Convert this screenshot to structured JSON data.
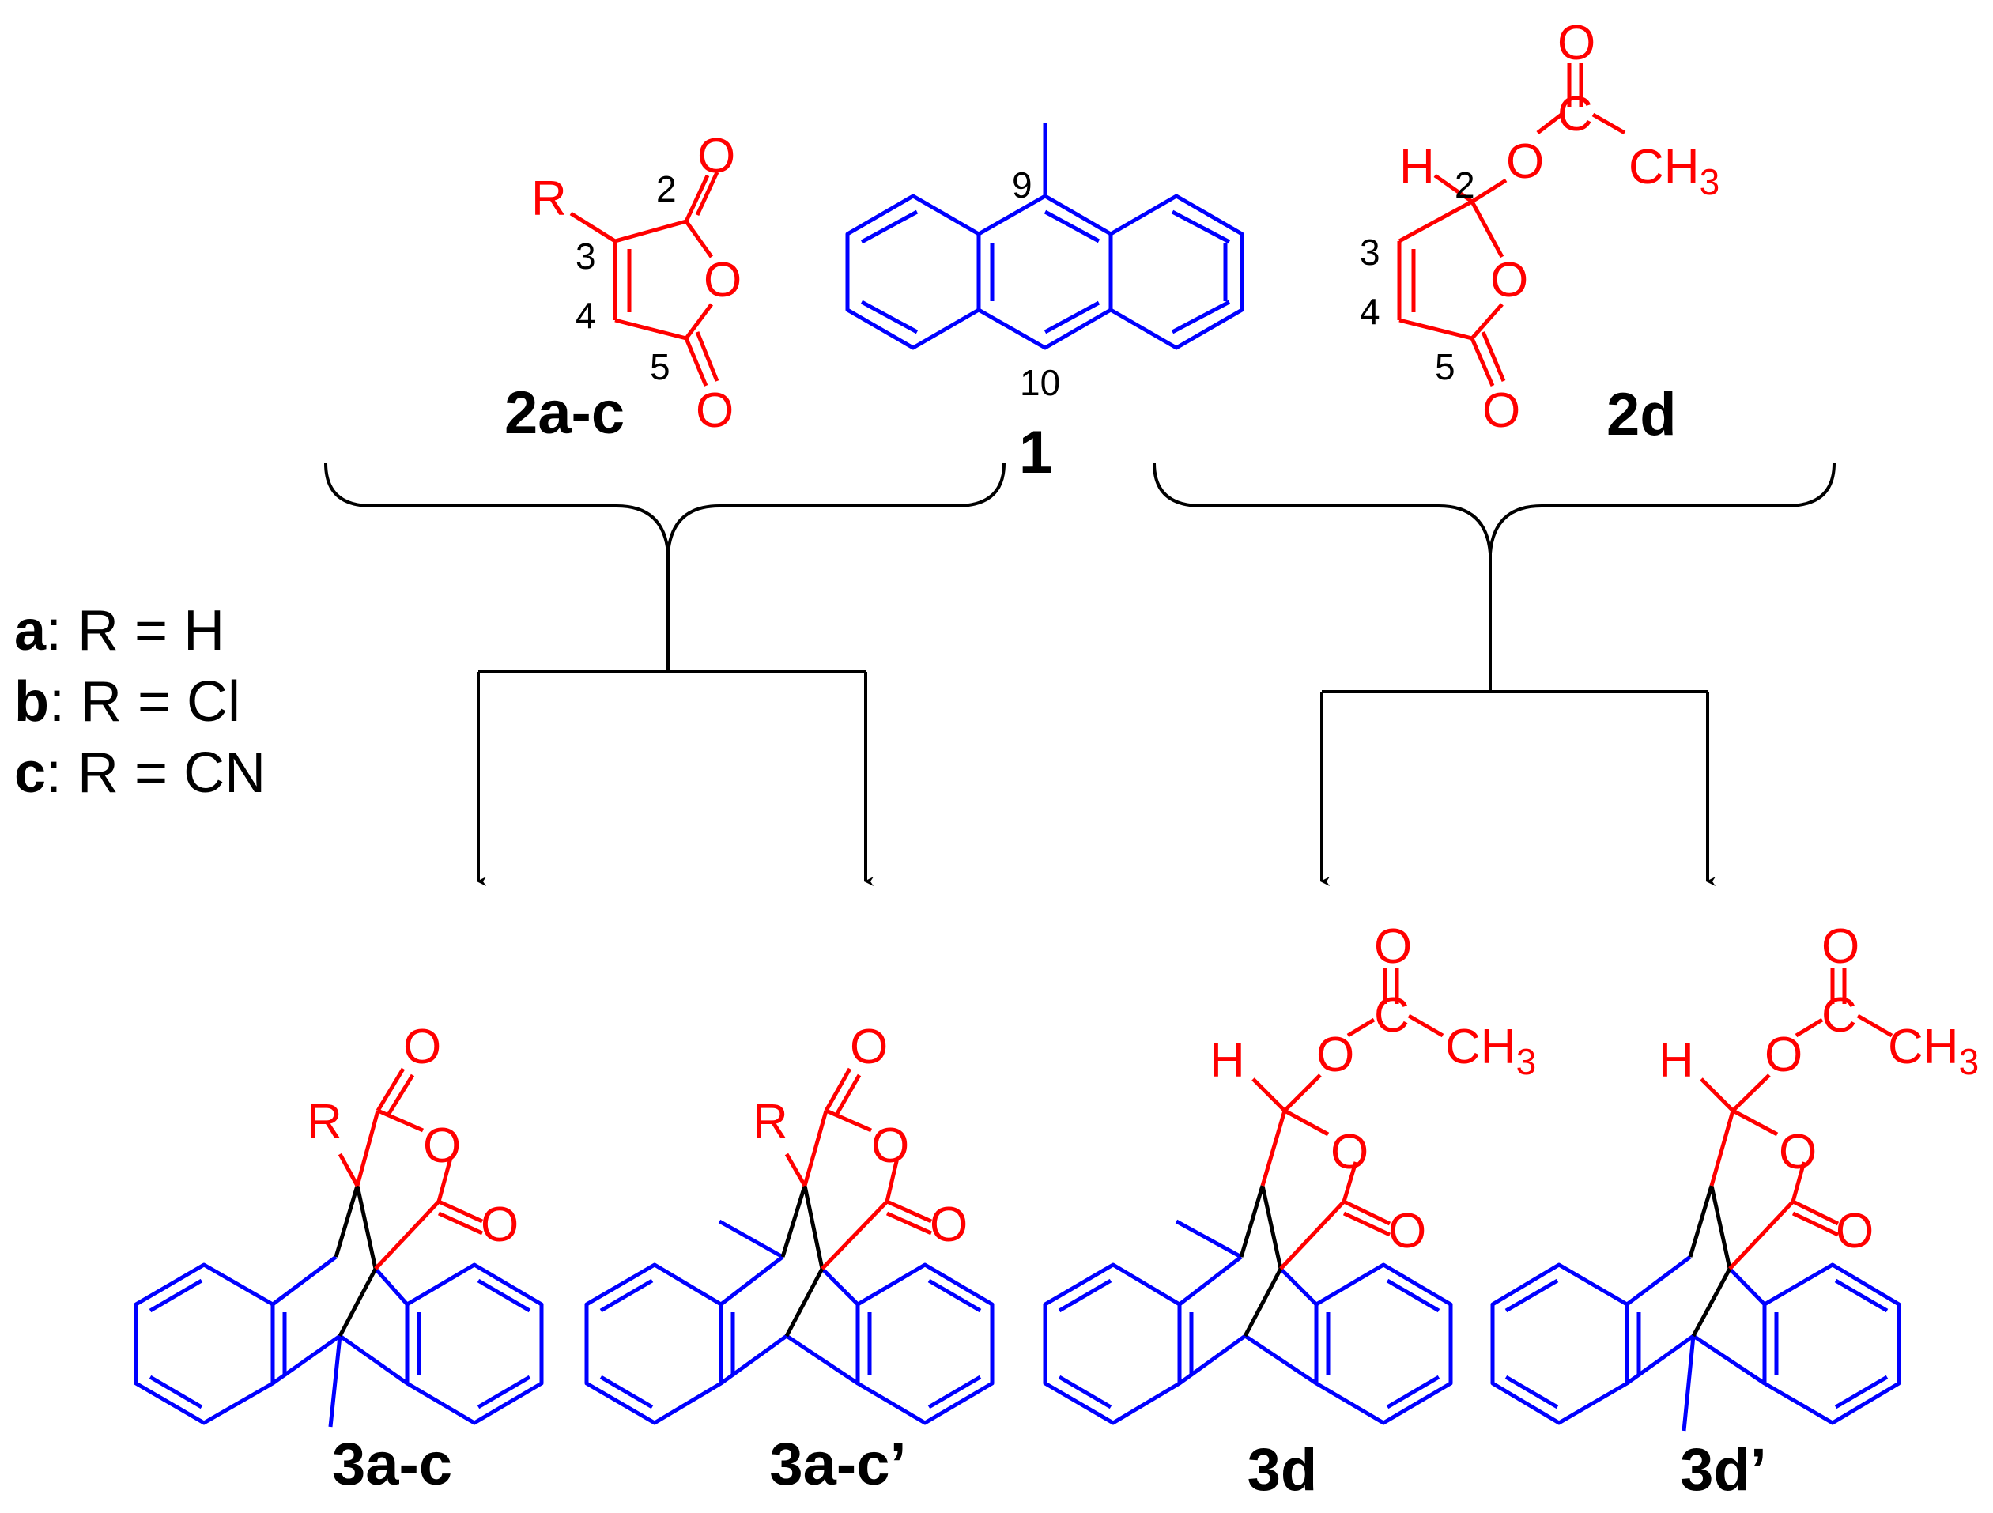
{
  "colors": {
    "anthracene": "#0000ff",
    "dienophile": "#ff0000",
    "bonds_and_arrows": "#000000"
  },
  "reactants": {
    "anthracene": {
      "label": "1",
      "positions": [
        "9",
        "10"
      ]
    },
    "anhydride": {
      "label": "2a-c",
      "substituent": "R",
      "atom_O": "O",
      "positions": [
        "2",
        "3",
        "4",
        "5"
      ]
    },
    "acetoxyfuranone": {
      "label": "2d",
      "atom_H": "H",
      "atom_O": "O",
      "atom_C": "C",
      "methyl": "CH",
      "methyl_sub": "3",
      "positions": [
        "2",
        "3",
        "4",
        "5"
      ]
    }
  },
  "legend": [
    {
      "key": "a",
      "text": ": R = H"
    },
    {
      "key": "b",
      "text": ": R = Cl"
    },
    {
      "key": "c",
      "text": ": R = CN"
    }
  ],
  "products": [
    {
      "label": "3a-c",
      "substituent": "R"
    },
    {
      "label": "3a-c’",
      "substituent": "R"
    },
    {
      "label": "3d",
      "atom_H": "H",
      "atom_C": "C",
      "methyl": "CH",
      "methyl_sub": "3"
    },
    {
      "label": "3d’",
      "atom_H": "H",
      "atom_C": "C",
      "methyl": "CH",
      "methyl_sub": "3"
    }
  ],
  "atom_O": "O"
}
